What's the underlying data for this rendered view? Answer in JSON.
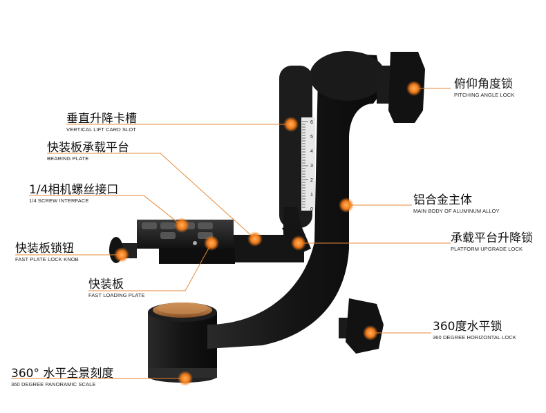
{
  "callouts": [
    {
      "id": "pitching-angle-lock",
      "cn": "俯仰角度锁",
      "en": "PITCHING ANGLE LOCK"
    },
    {
      "id": "vertical-lift-card-slot",
      "cn": "垂直升降卡槽",
      "en": "VERTICAL LIFT CARD SLOT"
    },
    {
      "id": "bearing-plate",
      "cn": "快装板承载平台",
      "en": "BEARING PLATE"
    },
    {
      "id": "screw-interface",
      "cn": "1/4相机螺丝接口",
      "en": "1/4 SCREW INTERFACE"
    },
    {
      "id": "main-body",
      "cn": "铝合金主体",
      "en": "MAIN BODY OF ALUMINUM ALLOY"
    },
    {
      "id": "fast-plate-lock-knob",
      "cn": "快装板锁钮",
      "en": "FAST PLATE LOCK KNOB"
    },
    {
      "id": "platform-upgrade-lock",
      "cn": "承载平台升降锁",
      "en": "PLATFORM UPGRADE LOCK"
    },
    {
      "id": "fast-loading-plate",
      "cn": "快装板",
      "en": "FAST LOADING PLATE"
    },
    {
      "id": "horizontal-lock",
      "cn": "360度水平锁",
      "en": "360 DEGREE HORIZONTAL LOCK"
    },
    {
      "id": "panoramic-scale",
      "cn": "360°  水平全景刻度",
      "en": "360 DEGREE PANORAMIC SCALE"
    }
  ],
  "scale_numbers": [
    "6",
    "5",
    "4",
    "3",
    "2",
    "1",
    "0"
  ],
  "colors": {
    "accent": "#f07a1a",
    "body": "#161616",
    "line": "#e58a3a",
    "copper": "#b8733a"
  }
}
